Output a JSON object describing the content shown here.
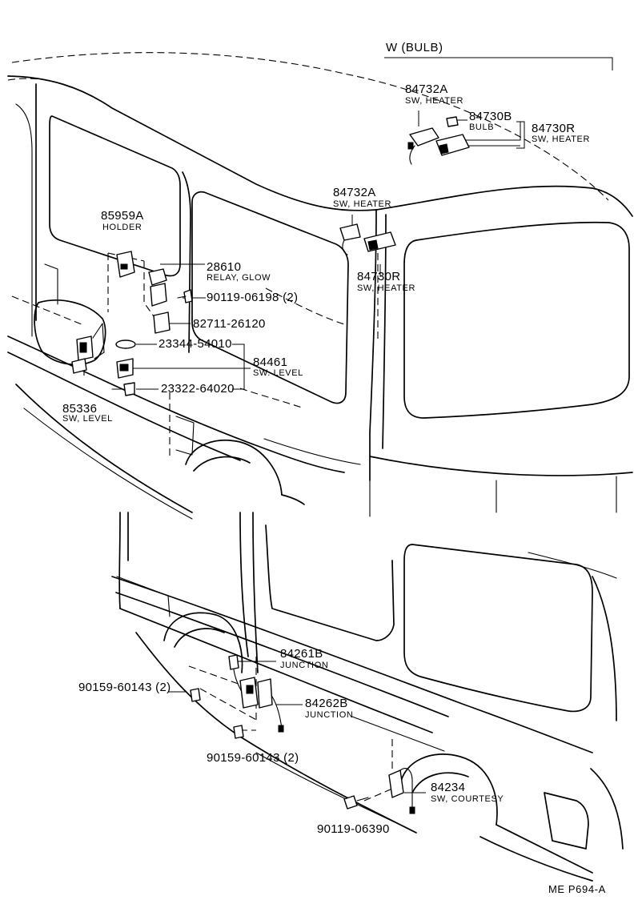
{
  "header": {
    "label": "W (BULB)"
  },
  "parts": [
    {
      "id": "p-84732a-top",
      "number": "84732A",
      "desc": "SW, HEATER"
    },
    {
      "id": "p-84730b",
      "number": "84730B",
      "desc": "BULB"
    },
    {
      "id": "p-84730r-top",
      "number": "84730R",
      "desc": "SW, HEATER"
    },
    {
      "id": "p-84732a",
      "number": "84732A",
      "desc": "SW, HEATER"
    },
    {
      "id": "p-85959a",
      "number": "85959A",
      "desc": "HOLDER"
    },
    {
      "id": "p-28610",
      "number": "28610",
      "desc": "RELAY, GLOW"
    },
    {
      "id": "p-84730r",
      "number": "84730R",
      "desc": "SW, HEATER"
    },
    {
      "id": "p-90119-06198",
      "number": "90119-06198 (2)",
      "desc": ""
    },
    {
      "id": "p-82711-26120",
      "number": "82711-26120",
      "desc": ""
    },
    {
      "id": "p-23344-54010",
      "number": "23344-54010",
      "desc": ""
    },
    {
      "id": "p-84461",
      "number": "84461",
      "desc": "SW. LEVEL"
    },
    {
      "id": "p-23322-64020",
      "number": "23322-64020",
      "desc": ""
    },
    {
      "id": "p-85336",
      "number": "85336",
      "desc": "SW, LEVEL"
    },
    {
      "id": "p-84261b",
      "number": "84261B",
      "desc": "JUNCTION"
    },
    {
      "id": "p-90159-60143-a",
      "number": "90159-60143 (2)",
      "desc": ""
    },
    {
      "id": "p-84262b",
      "number": "84262B",
      "desc": "JUNCTION"
    },
    {
      "id": "p-90159-60143-b",
      "number": "90159-60143 (2)",
      "desc": ""
    },
    {
      "id": "p-84234",
      "number": "84234",
      "desc": "SW, COURTESY"
    },
    {
      "id": "p-90119-06390",
      "number": "90119-06390",
      "desc": ""
    }
  ],
  "footer": {
    "ref": "ME  P694-A"
  }
}
